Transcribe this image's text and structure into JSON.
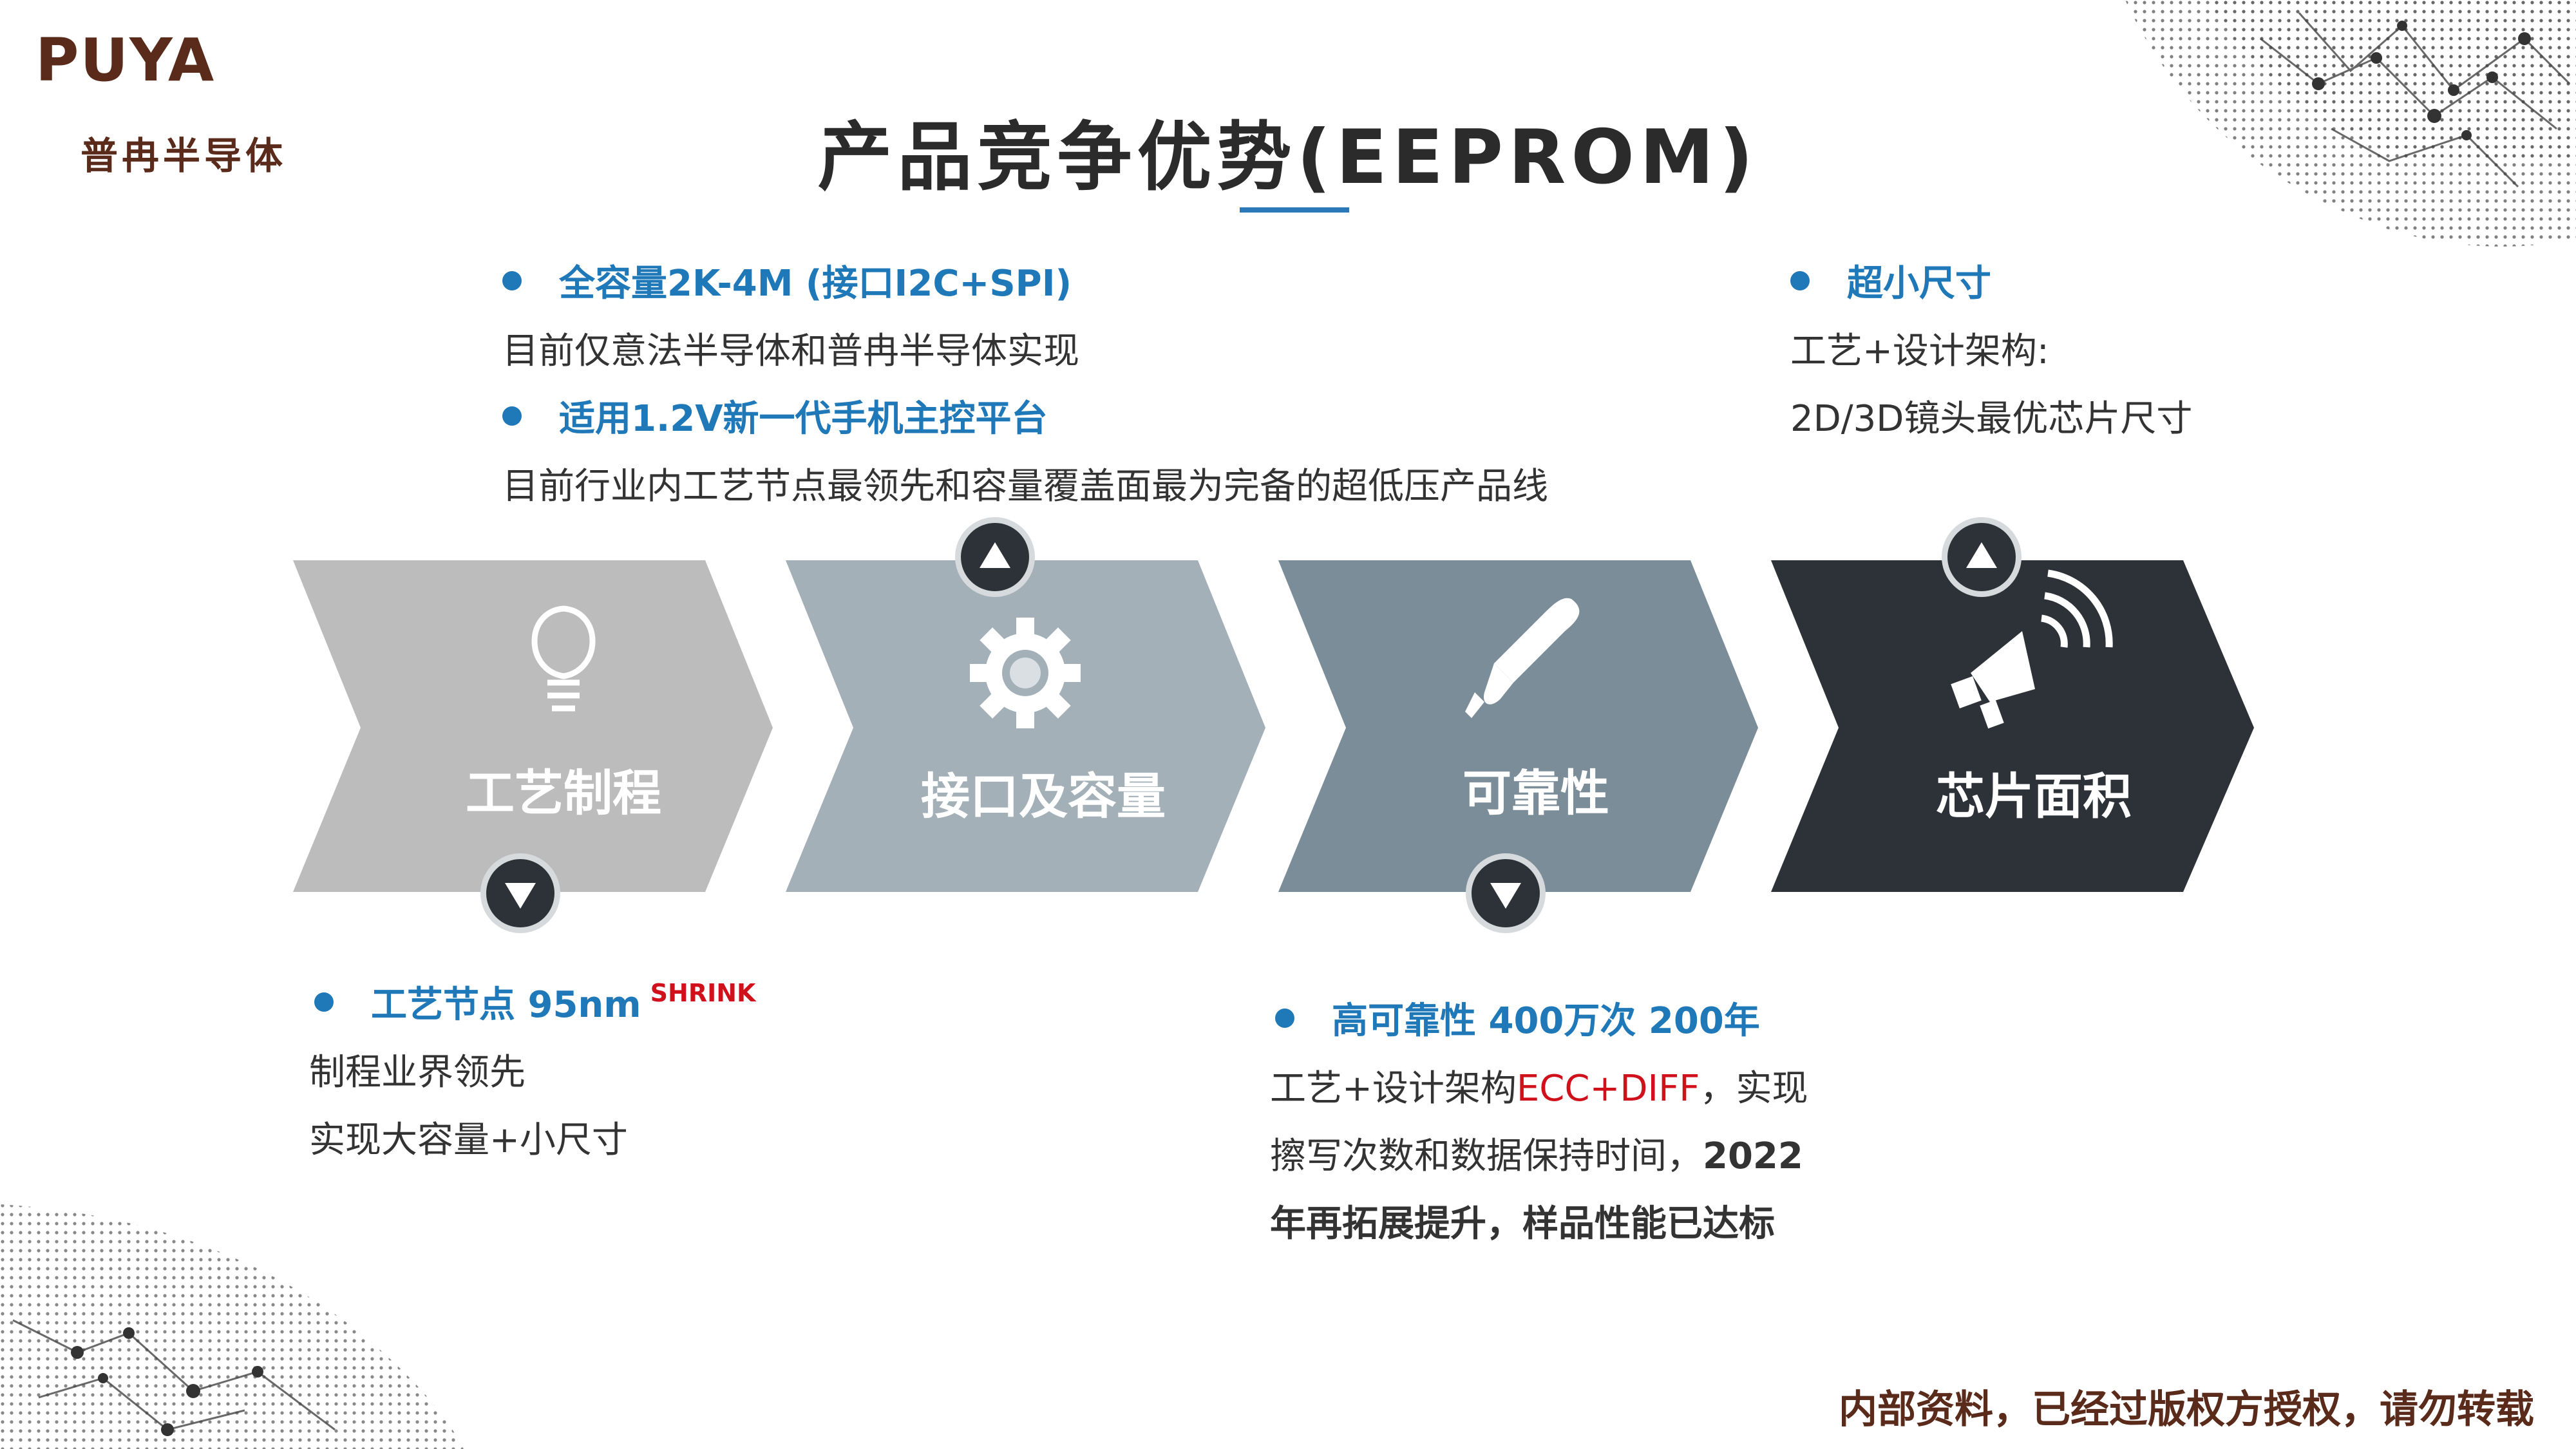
{
  "brand": {
    "logo_text": "PUYA",
    "company_name": "普冉半导体"
  },
  "title": "产品竞争优势(EEPROM)",
  "steps": [
    {
      "label": "工艺制程",
      "icon": "lightbulb-icon",
      "color": "#bcbcbc"
    },
    {
      "label": "接口及容量",
      "icon": "gear-icon",
      "color": "#a3b0b8"
    },
    {
      "label": "可靠性",
      "icon": "pen-icon",
      "color": "#7b8d99"
    },
    {
      "label": "芯片面积",
      "icon": "megaphone-icon",
      "color": "#2c3237"
    }
  ],
  "blocks": {
    "interface": {
      "bullet1": "全容量2K-4M (接口I2C+SPI)",
      "text1": "目前仅意法半导体和普冉半导体实现",
      "bullet2": "适用1.2V新一代手机主控平台",
      "text2": "目前行业内工艺节点最领先和容量覆盖面最为完备的超低压产品线"
    },
    "area": {
      "bullet": "超小尺寸",
      "line1": "工艺+设计架构:",
      "line2": "2D/3D镜头最优芯片尺寸"
    },
    "process": {
      "bullet": "工艺节点 95nm",
      "bullet_sup": "SHRINK",
      "line1": "制程业界领先",
      "line2": "实现大容量+小尺寸"
    },
    "reliability": {
      "bullet": "高可靠性 400万次 200年",
      "line1_a": "工艺+设计架构",
      "line1_red": "ECC+DIFF",
      "line1_b": "，实现",
      "line2_a": "擦写次数和数据保持时间，",
      "line2_b": "2022",
      "line3": "年再拓展提升，样品性能已达标"
    }
  },
  "footer": "内部资料，已经过版权方授权，请勿转载",
  "colors": {
    "accent_blue": "#1f78b8",
    "brand_brown": "#5a2a1a",
    "highlight_red": "#d0101a"
  }
}
